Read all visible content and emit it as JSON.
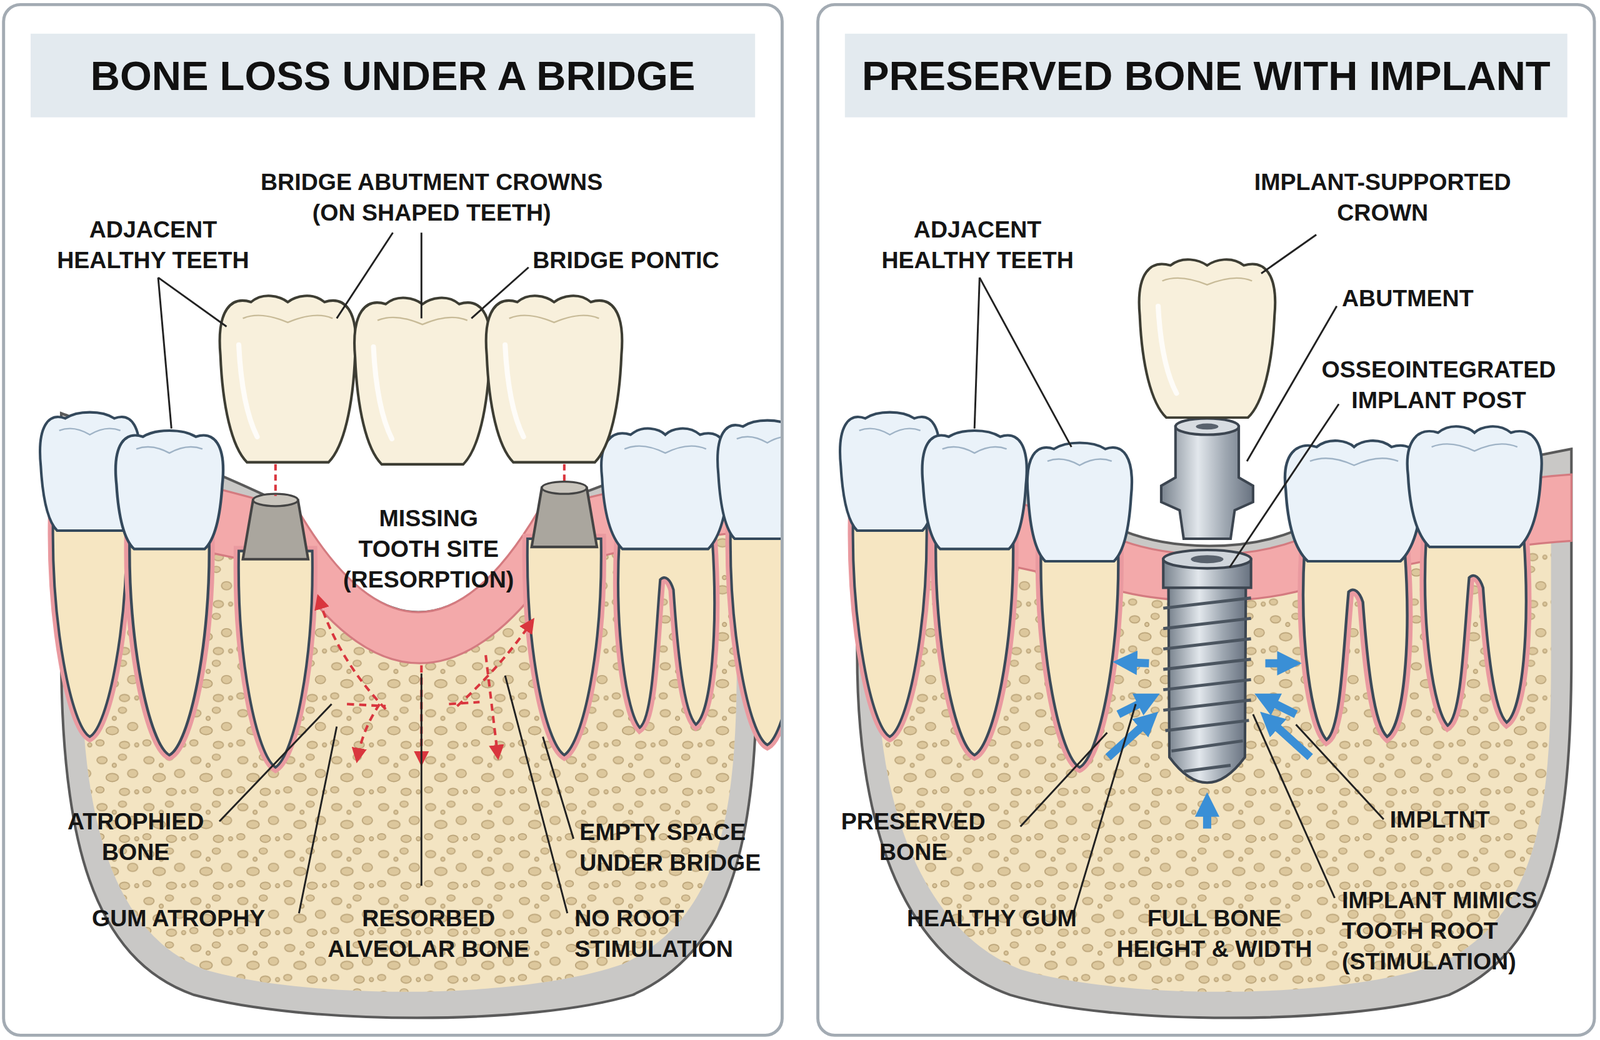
{
  "diagram": {
    "nodes": [
      {
        "text": [
          "BONE LOSS UNDER A BRIDGE"
        ]
      },
      {
        "text": [
          "PRESERVED BONE WITH IMPLANT"
        ]
      }
    ],
    "labels": [
      "ADJACENT HEALTHY TEETH",
      "BRIDGE ABUTMENT CROWNS (ON SHAPED TEETH)",
      "BRIDGE PONTIC",
      "MISSING TOOTH SITE (RESORPTION)",
      "ATROPHIED BONE",
      "GUM ATROPHY",
      "RESORBED ALVEOLAR BONE",
      "NO ROOT STIMULATION",
      "EMPTY SPACE UNDER BRIDGE",
      "ADJACENT HEALTHY TEETH",
      "IMPLANT-SUPPORTED CROWN",
      "ABUTMENT",
      "OSSEOINTEGRATED IMPLANT POST",
      "PRESERVED BONE",
      "HEALTHY GUM",
      "FULL BONE HEIGHT & WIDTH",
      "IMPLTNT",
      "IMPLANT MIMICS TOOTH ROOT (STIMULATION)"
    ]
  }
}
